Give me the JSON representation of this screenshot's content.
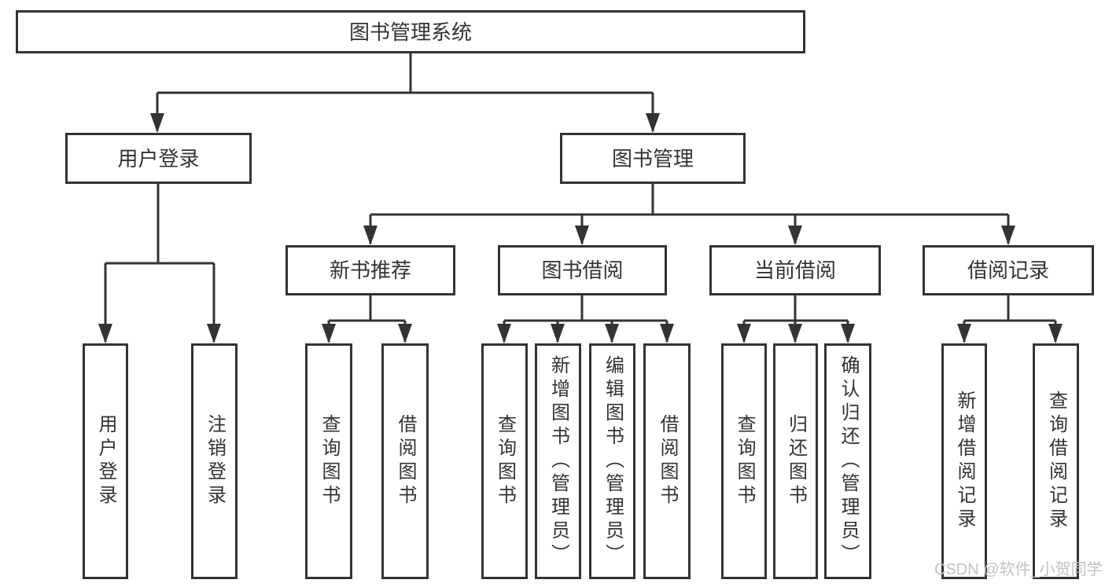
{
  "diagram": {
    "title": "图书管理系统",
    "branches": [
      {
        "label": "用户登录",
        "children": [
          {
            "label": "用户登录"
          },
          {
            "label": "注销登录"
          }
        ]
      },
      {
        "label": "图书管理",
        "children": [
          {
            "label": "新书推荐",
            "children": [
              {
                "label": "查询图书"
              },
              {
                "label": "借阅图书"
              }
            ]
          },
          {
            "label": "图书借阅",
            "children": [
              {
                "label": "查询图书"
              },
              {
                "label": "新增图书（管理员）"
              },
              {
                "label": "编辑图书（管理员）"
              },
              {
                "label": "借阅图书"
              }
            ]
          },
          {
            "label": "当前借阅",
            "children": [
              {
                "label": "查询图书"
              },
              {
                "label": "归还图书"
              },
              {
                "label": "确认归还（管理员）"
              }
            ]
          },
          {
            "label": "借阅记录",
            "children": [
              {
                "label": "新增借阅记录"
              },
              {
                "label": "查询借阅记录"
              }
            ]
          }
        ]
      }
    ]
  },
  "watermark": {
    "text": "CSDN @软件_小贺同学"
  },
  "colors": {
    "line": "#333333",
    "text": "#333333",
    "box_fill": "#ffffff",
    "background": "#ffffff",
    "watermark": "#c2c2c2"
  }
}
